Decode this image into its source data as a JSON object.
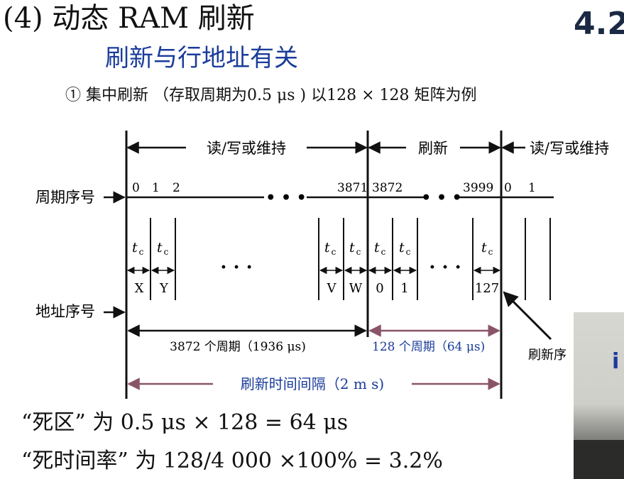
{
  "header": {
    "heading": "(4)  动态 RAM 刷新",
    "section_num": "4.2",
    "subtitle": "刷新与行地址有关"
  },
  "example": {
    "text": "① 集中刷新 （存取周期为0.5 μs ) 以128 × 128 矩阵为例"
  },
  "diagram": {
    "phase_read_write_1": "读/写或维持",
    "phase_refresh": "刷新",
    "phase_read_write_2": "读/写或维持",
    "cycle_seq_label": "周期序号",
    "addr_seq_label": "地址序号",
    "cycle_numbers": [
      "0",
      "1",
      "2",
      "3871",
      "3872",
      "3999",
      "0",
      "1"
    ],
    "tc": "t",
    "tc_sub": "c",
    "ellipsis": "• • •",
    "dots": "· · ·",
    "row_labels": [
      "X",
      "Y",
      "V",
      "W",
      "0",
      "1",
      "127"
    ],
    "rw_span": "3872 个周期（1936 μs)",
    "refresh_span": "128 个周期（64 μs)",
    "interval": "刷新时间间隔（2 m s)",
    "refresh_seq_label": "刷新序"
  },
  "results": {
    "dead_zone": "“死区” 为   0.5 μs × 128 = 64 μs",
    "dead_rate": "“死时间率” 为   128/4 000 ×100% = 3.2%"
  },
  "colors": {
    "accent_blue": "#1a3c9a",
    "bracket_purple": "#8a5468",
    "line": "#111111"
  }
}
